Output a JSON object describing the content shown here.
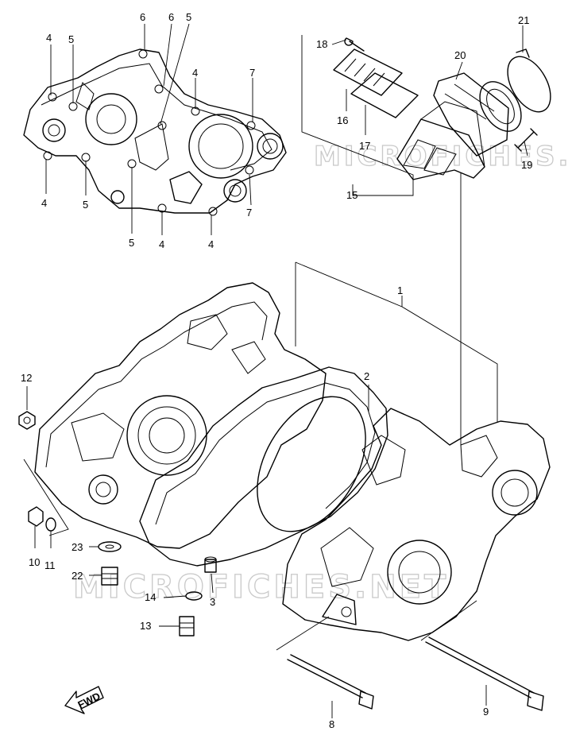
{
  "watermark": {
    "text": "MICROFICHES.NET"
  },
  "direction_arrow": {
    "label": "FWD"
  },
  "callouts": [
    {
      "id": "c6a",
      "label": "6"
    },
    {
      "id": "c6b",
      "label": "6"
    },
    {
      "id": "c5a",
      "label": "5"
    },
    {
      "id": "c4a",
      "label": "4"
    },
    {
      "id": "c5b",
      "label": "5"
    },
    {
      "id": "c4b",
      "label": "4"
    },
    {
      "id": "c7a",
      "label": "7"
    },
    {
      "id": "c4c",
      "label": "4"
    },
    {
      "id": "c5c",
      "label": "5"
    },
    {
      "id": "c5d",
      "label": "5"
    },
    {
      "id": "c4d",
      "label": "4"
    },
    {
      "id": "c4e",
      "label": "4"
    },
    {
      "id": "c7b",
      "label": "7"
    },
    {
      "id": "c18",
      "label": "18"
    },
    {
      "id": "c21",
      "label": "21"
    },
    {
      "id": "c20",
      "label": "20"
    },
    {
      "id": "c16",
      "label": "16"
    },
    {
      "id": "c17",
      "label": "17"
    },
    {
      "id": "c19",
      "label": "19"
    },
    {
      "id": "c15",
      "label": "15"
    },
    {
      "id": "c1",
      "label": "1"
    },
    {
      "id": "c2",
      "label": "2"
    },
    {
      "id": "c12",
      "label": "12"
    },
    {
      "id": "c10",
      "label": "10"
    },
    {
      "id": "c11",
      "label": "11"
    },
    {
      "id": "c23",
      "label": "23"
    },
    {
      "id": "c22",
      "label": "22"
    },
    {
      "id": "c3",
      "label": "3"
    },
    {
      "id": "c14",
      "label": "14"
    },
    {
      "id": "c13",
      "label": "13"
    },
    {
      "id": "c8",
      "label": "8"
    },
    {
      "id": "c9",
      "label": "9"
    }
  ]
}
